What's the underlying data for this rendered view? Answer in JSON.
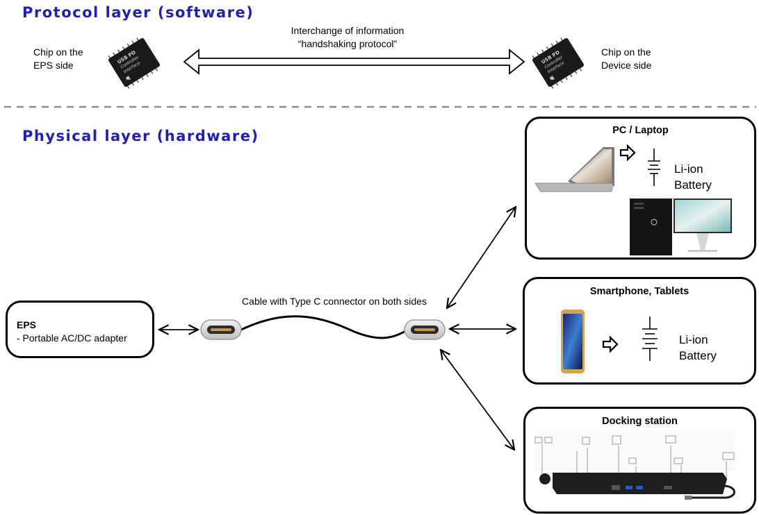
{
  "protocol": {
    "title": "Protocol layer (software)",
    "chip_eps_label": [
      "Chip on the",
      "EPS side"
    ],
    "chip_device_label": [
      "Chip on the",
      "Device side"
    ],
    "chip_marking": [
      "USB PD",
      "Controller",
      "Interface"
    ],
    "interchange_label": [
      "Interchange of information",
      "“handshaking protocol”"
    ]
  },
  "physical": {
    "title": "Physical layer  (hardware)",
    "eps_box": {
      "title": "EPS",
      "subtitle": "- Portable AC/DC adapter"
    },
    "cable_label": "Cable with Type C connector on both sides",
    "pc_box": {
      "title": "PC /  Laptop",
      "battery_label": [
        "Li-ion",
        "Battery"
      ]
    },
    "phone_box": {
      "title": "Smartphone, Tablets",
      "battery_label": [
        "Li-ion",
        "Battery"
      ]
    },
    "dock_box": {
      "title": "Docking station"
    }
  },
  "colors": {
    "layer_title": "#1f1fb8",
    "divider": "#8c8c8c"
  },
  "icons": [
    "usb-pd-chip-icon",
    "double-arrow-icon",
    "usb-c-connector-icon",
    "battery-symbol-icon",
    "laptop-icon",
    "desktop-tower-icon",
    "monitor-icon",
    "smartphone-icon",
    "docking-station-icon"
  ]
}
